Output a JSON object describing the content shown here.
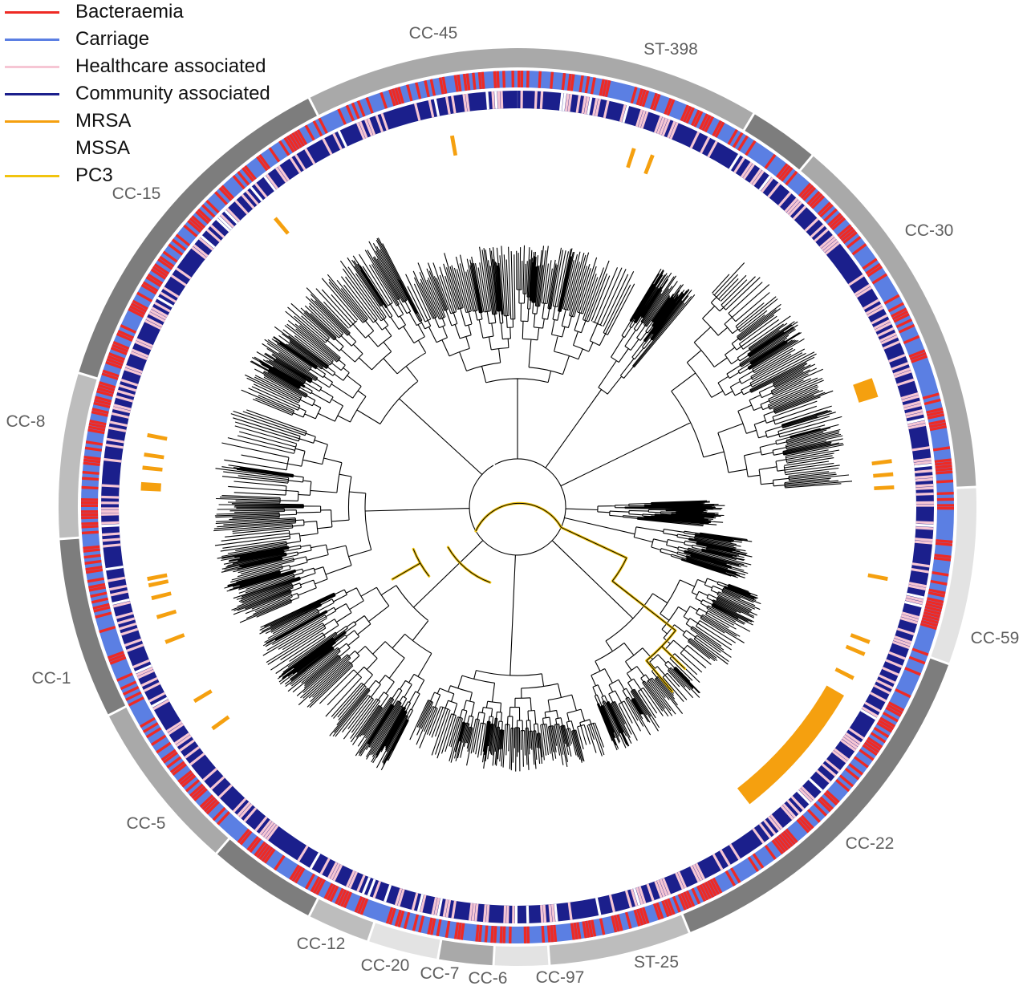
{
  "legend": [
    {
      "label": "Bacteraemia",
      "color": "#ee2a24"
    },
    {
      "label": "Carriage",
      "color": "#5b7fe3"
    },
    {
      "label": "Healthcare associated",
      "color": "#f6c6d4"
    },
    {
      "label": "Community associated",
      "color": "#1b1f8c"
    },
    {
      "label": "MRSA",
      "color": "#f5a00f"
    },
    {
      "label": "MSSA",
      "color": "#ffffff"
    },
    {
      "label": "PC3",
      "color": "#f1c40f"
    }
  ],
  "clades": [
    {
      "label": "CC-45",
      "shade": "#a9a9a9"
    },
    {
      "label": "ST-398",
      "shade": "#7d7d7d"
    },
    {
      "label": "CC-30",
      "shade": "#a9a9a9"
    },
    {
      "label": "CC-59",
      "shade": "#e3e3e3"
    },
    {
      "label": "CC-22",
      "shade": "#7d7d7d"
    },
    {
      "label": "ST-25",
      "shade": "#bdbdbd"
    },
    {
      "label": "CC-97",
      "shade": "#e3e3e3"
    },
    {
      "label": "CC-6",
      "shade": "#a9a9a9"
    },
    {
      "label": "CC-7",
      "shade": "#e3e3e3"
    },
    {
      "label": "CC-20",
      "shade": "#bdbdbd"
    },
    {
      "label": "CC-12",
      "shade": "#7d7d7d"
    },
    {
      "label": "CC-5",
      "shade": "#a9a9a9"
    },
    {
      "label": "CC-1",
      "shade": "#7d7d7d"
    },
    {
      "label": "CC-8",
      "shade": "#bdbdbd"
    },
    {
      "label": "CC-15",
      "shade": "#7d7d7d"
    }
  ]
}
